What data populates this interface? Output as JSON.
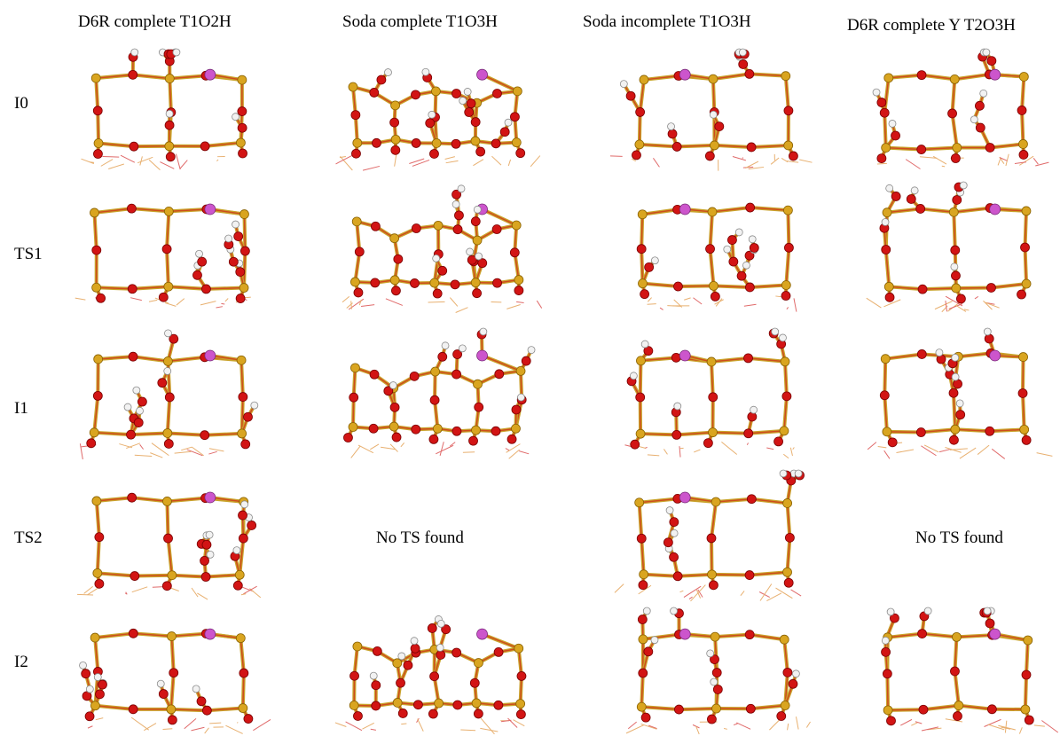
{
  "columns": [
    {
      "label": "D6R complete T1O2H"
    },
    {
      "label": "Soda complete T1O3H"
    },
    {
      "label": "Soda incomplete T1O3H"
    },
    {
      "label": "D6R complete Y T2O3H"
    }
  ],
  "rows": [
    {
      "label": "I0"
    },
    {
      "label": "TS1"
    },
    {
      "label": "I1"
    },
    {
      "label": "TS2"
    },
    {
      "label": "I2"
    }
  ],
  "no_ts_text": "No TS found",
  "missing_cells": [
    [
      3,
      1
    ],
    [
      3,
      3
    ]
  ],
  "colors": {
    "oxygen": "#d21414",
    "oxygen_dark": "#7a0000",
    "silicon": "#d9a520",
    "silicon_dark": "#8a6200",
    "dopant": "#cc55cc",
    "dopant_dark": "#7a2a7a",
    "hydrogen": "#f2f2f2",
    "hydrogen_dark": "#8a8a8a",
    "bond": "#c9a22a",
    "substrate": "#e8b070",
    "substrate_alt": "#e06a6a"
  }
}
